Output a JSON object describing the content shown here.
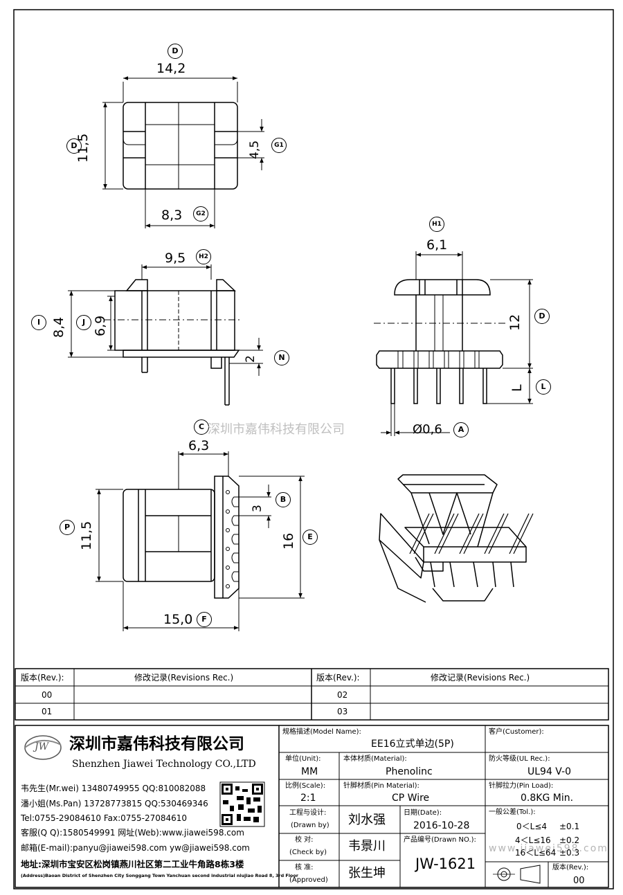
{
  "drawing": {
    "watermark_center": "深圳市嘉伟科技有限公司",
    "watermark_bottom": "www.jiawei598.com",
    "dimensions": [
      {
        "id": "D_top",
        "value": "14,2",
        "badge": "D"
      },
      {
        "id": "D_left",
        "value": "11,5",
        "badge": "D"
      },
      {
        "id": "G1",
        "value": "4,5",
        "badge": "G1"
      },
      {
        "id": "G2",
        "value": "8,3",
        "badge": "G2"
      },
      {
        "id": "H2",
        "value": "9,5",
        "badge": "H2"
      },
      {
        "id": "I",
        "value": "8,4",
        "badge": "I"
      },
      {
        "id": "J",
        "value": "6,9",
        "badge": "J"
      },
      {
        "id": "N",
        "value": "2",
        "badge": "N"
      },
      {
        "id": "H1",
        "value": "6,1",
        "badge": "H1"
      },
      {
        "id": "D_right",
        "value": "12",
        "badge": "D"
      },
      {
        "id": "L",
        "value": "L",
        "badge": "L"
      },
      {
        "id": "A",
        "value": "Ø0,6",
        "badge": "A"
      },
      {
        "id": "C",
        "value": "6,3",
        "badge": "C"
      },
      {
        "id": "B",
        "value": "3",
        "badge": "B"
      },
      {
        "id": "P",
        "value": "11,5",
        "badge": "P"
      },
      {
        "id": "E",
        "value": "16",
        "badge": "E"
      },
      {
        "id": "F",
        "value": "15,0",
        "badge": "F"
      }
    ]
  },
  "revisions": {
    "col_rev": "版本(Rev.):",
    "col_rec": "修改记录(Revisions Rec.)",
    "left": [
      "00",
      "01"
    ],
    "right": [
      "02",
      "03"
    ]
  },
  "company": {
    "logo_text": "JW",
    "name_cn": "深圳市嘉伟科技有限公司",
    "name_en": "Shenzhen Jiawei Technology CO.,LTD",
    "contacts": [
      "韦先生(Mr.wei) 13480749955 QQ:810082088",
      "潘小姐(Ms.Pan) 13728773815 QQ:530469346",
      "Tel:0755-29084610    Fax:0755-27084610",
      "客服(Q Q):1580549991   网址(Web):www.jiawei598.com",
      "邮箱(E-mail):panyu@jiawei598.com  yw@jiawei598.com",
      "地址:深圳市宝安区松岗镇燕川社区第二工业牛角路8栋3楼"
    ],
    "address_en": "(Address)Baoan District of Shenzhen City Songgang Town Yanchuan  second industrial niujiao Road 8, 3rd Floor"
  },
  "titleblock": {
    "model_label": "规格描述(Model Name):",
    "model_value": "EE16立式单边(5P)",
    "customer_label": "客户(Customer):",
    "customer_value": "",
    "unit_label": "单位(Unit):",
    "unit_value": "MM",
    "material_label": "本体材质(Material):",
    "material_value": "Phenolinc",
    "ul_label": "防火等级(UL Rec.):",
    "ul_value": "UL94 V-0",
    "scale_label": "比例(Scale):",
    "scale_value": "2:1",
    "pin_material_label": "针脚材质(Pin Material):",
    "pin_material_value": "CP Wire",
    "pin_load_label": "针脚拉力(Pin Load):",
    "pin_load_value": "0.8KG Min.",
    "drawn_label": "工程与设计:",
    "drawn_label_en": "(Drawn by)",
    "drawn_value": "刘水强",
    "date_label": "日期(Date):",
    "date_value": "2016-10-28",
    "drawn_no_label": "产品编号(Drawn NO.):",
    "drawn_no_value": "JW-1621",
    "check_label": "校  对:",
    "check_label_en": "(Check by)",
    "check_value": "韦景川",
    "approved_label": "核  准:",
    "approved_label_en": "(Approved)",
    "approved_value": "张生坤",
    "tol_label": "一般公差(Tol.):",
    "tol_rows": [
      {
        "range": "0＜L≤4",
        "tol": "±0.1"
      },
      {
        "range": "4＜L≤16",
        "tol": "±0.2"
      },
      {
        "range": "16＜L≤64",
        "tol": "±0.3"
      }
    ],
    "rev_label": "版本(Rev.):",
    "rev_value": "00"
  }
}
